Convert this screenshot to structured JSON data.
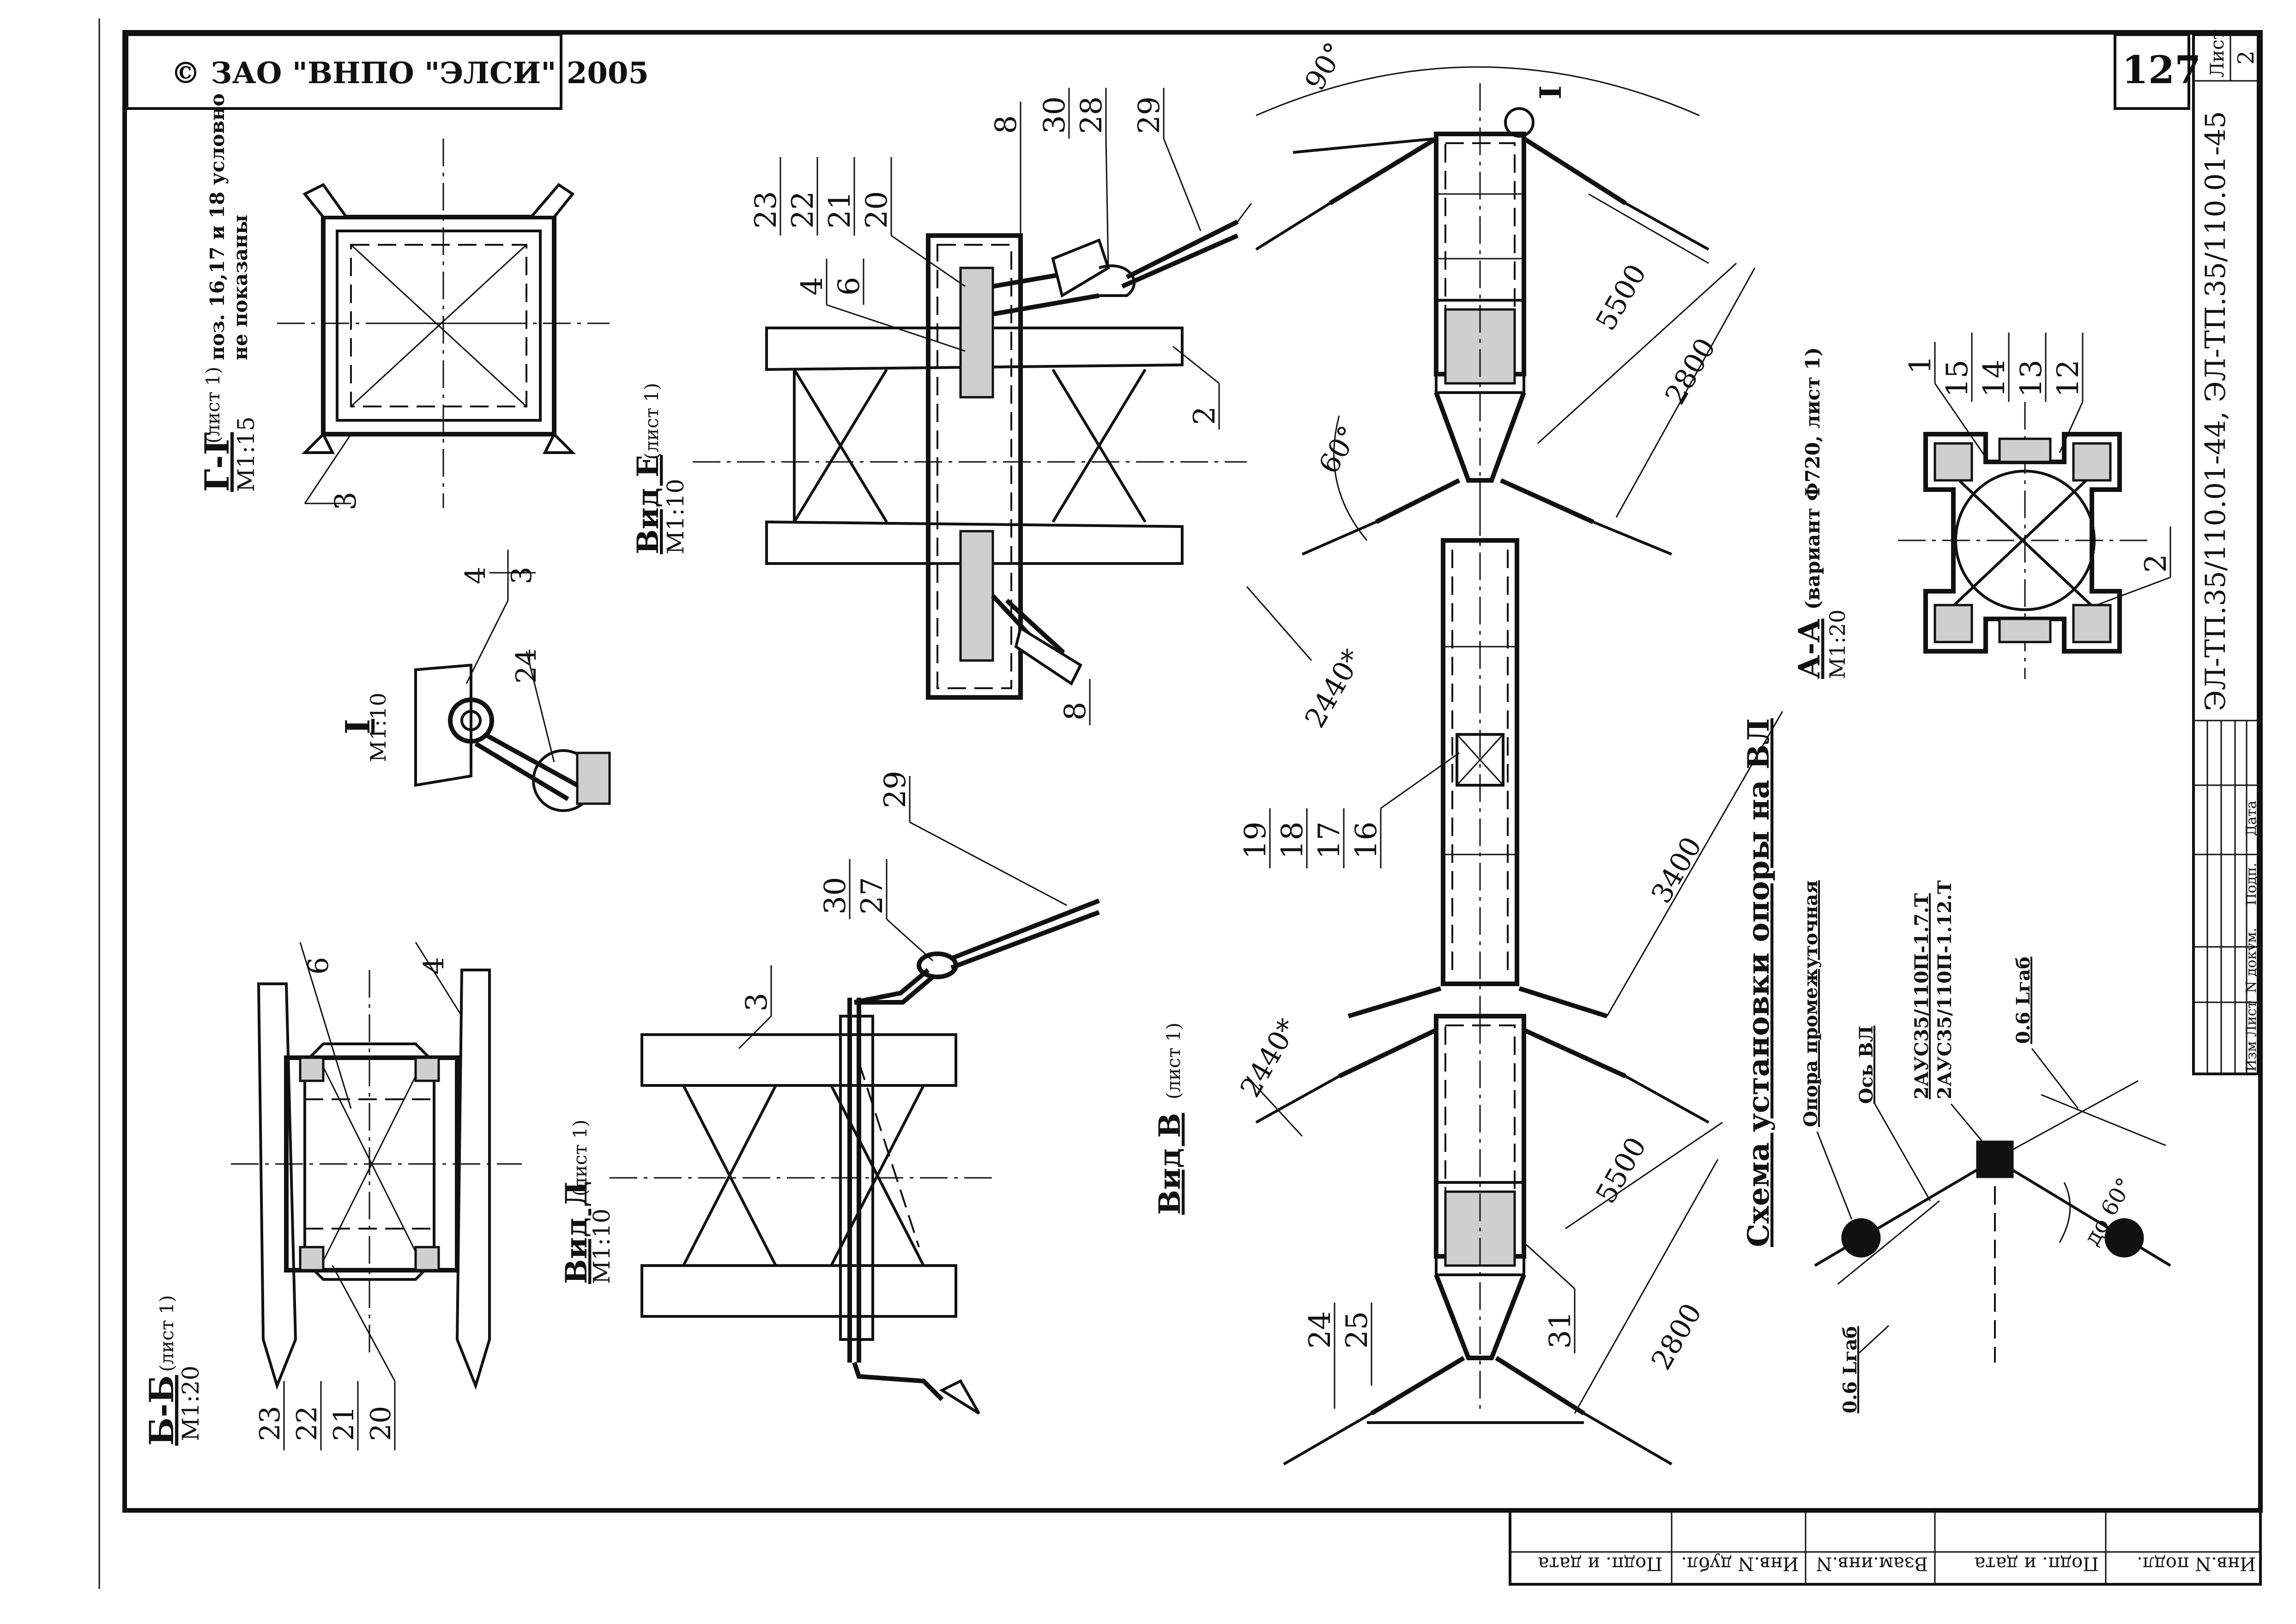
{
  "copyright": "© ЗАО \"ВНПО \"ЭЛСИ\" 2005",
  "sheet_number": "127",
  "title_block": {
    "list_label": "Лист",
    "list_value": "2",
    "designation": "ЭЛ-ТП.35/110.01-44, ЭЛ-ТП.35/110.01-45",
    "cols": [
      "Изм",
      "Лист",
      "N докум.",
      "Подп.",
      "Дата"
    ]
  },
  "bottom_stamp": [
    "Подп. и дата",
    "Инв.N дубл.",
    "Взам.инв.N",
    "Подп. и дата",
    "Инв.N подл."
  ],
  "views": {
    "gg": {
      "title": "Г-Г",
      "sheet": "(лист 1)",
      "scale": "М1:15",
      "note1": "поз. 16,17 и 18 условно",
      "note2": "не показаны"
    },
    "i": {
      "title": "I",
      "scale": "М1:10"
    },
    "bb": {
      "title": "Б-Б",
      "sheet": "(лист 1)",
      "scale": "М1:20"
    },
    "ve": {
      "title": "Вид Е",
      "sheet": "(лист 1)",
      "scale": "М1:10"
    },
    "vd": {
      "title": "Вид Д",
      "sheet": "(лист 1)",
      "scale": "М1:10"
    },
    "vv": {
      "title": "Вид В",
      "sheet": "(лист 1)"
    },
    "aa": {
      "title": "А-А",
      "sheet": "(вариант Ф720, лист 1)",
      "scale": "М1:20"
    },
    "scheme": {
      "title": "Схема установки опоры на ВЛ"
    }
  },
  "positions": {
    "gg": [
      "3"
    ],
    "i": [
      "4",
      "3",
      "24"
    ],
    "bb_top": [
      "6",
      "4"
    ],
    "bb_stack": [
      "23",
      "22",
      "21",
      "20"
    ],
    "ve_stack": [
      "23",
      "22",
      "21",
      "20"
    ],
    "ve": [
      "4",
      "6",
      "8",
      "30",
      "28",
      "29",
      "2",
      "8"
    ],
    "vd": [
      "30",
      "27",
      "29",
      "3"
    ],
    "vv_stack": [
      "19",
      "18",
      "17",
      "16"
    ],
    "vv": [
      "24",
      "25",
      "31"
    ],
    "aa_stack": [
      "15",
      "14",
      "13",
      "12"
    ],
    "aa": [
      "1",
      "2"
    ],
    "i_callout": "I"
  },
  "dimensions": {
    "angle_top": "90°",
    "angle_mid": "60°",
    "d5500_top": "5500",
    "d2800_top": "2800",
    "d2440_top": "2440*",
    "d3400": "3400",
    "d2440_bottom": "2440*",
    "d5500_bottom": "5500",
    "d2800_bottom": "2800"
  },
  "scheme_labels": {
    "support": "Опора промежуточная",
    "axis": "Ось ВЛ",
    "chain1": "2АУС35/110П-1.7.Т",
    "chain2": "2АУС35/110П-1.12.Т",
    "lgab_a": "0.6 Lгаб",
    "lgab_b": "0.6 Lгаб",
    "angle": "до 60°"
  }
}
